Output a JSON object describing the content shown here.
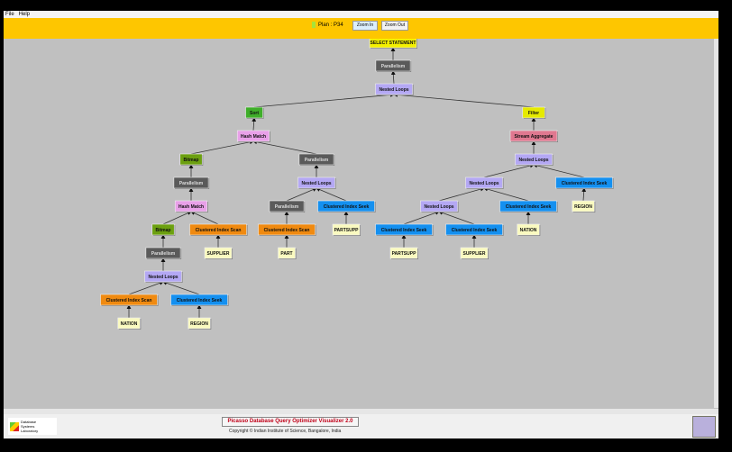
{
  "menu": [
    "File",
    "Help"
  ],
  "toolbar": {
    "plan_label": "Plan : P34",
    "zoom_in": "Zoom In",
    "zoom_out": "Zoom Out"
  },
  "footer": {
    "title": "Picasso Database Query Optimizer Visualizer 2.0",
    "copyright": "Copyright © Indian Institute of Science, Bangalore, India",
    "lab_logo": "Database Systems Laboratory"
  },
  "colors": {
    "select": "#f4f000",
    "parallelism": "#5a5a5a",
    "nested": "#b4a8f4",
    "sort": "#3fae2a",
    "filter": "#e6ea00",
    "hash": "#e8a0e8",
    "agg": "#e07890",
    "bitmap": "#6ca010",
    "seek": "#1490f0",
    "scan": "#f08a10",
    "table": "#fafac0"
  },
  "plan": {
    "nodes": [
      {
        "label": "SELECT STATEMENT",
        "type": "select",
        "parent": null
      },
      {
        "label": "Parallelism",
        "type": "parallelism",
        "parent": 0
      },
      {
        "label": "Nested Loops",
        "type": "nested",
        "parent": 1
      },
      {
        "label": "Sort",
        "type": "sort",
        "parent": 2
      },
      {
        "label": "Filter",
        "type": "filter",
        "parent": 2
      },
      {
        "label": "Hash Match",
        "type": "hash",
        "parent": 3
      },
      {
        "label": "Stream Aggregate",
        "type": "agg",
        "parent": 4
      },
      {
        "label": "Bitmap",
        "type": "bitmap",
        "parent": 5
      },
      {
        "label": "Parallelism",
        "type": "parallelism",
        "parent": 5
      },
      {
        "label": "Nested Loops",
        "type": "nested",
        "parent": 6
      },
      {
        "label": "Parallelism",
        "type": "parallelism",
        "parent": 7
      },
      {
        "label": "Nested Loops",
        "type": "nested",
        "parent": 8
      },
      {
        "label": "Nested Loops",
        "type": "nested",
        "parent": 9
      },
      {
        "label": "Clustered Index Seek",
        "type": "seek",
        "parent": 9
      },
      {
        "label": "Hash Match",
        "type": "hash",
        "parent": 10
      },
      {
        "label": "Parallelism",
        "type": "parallelism",
        "parent": 11
      },
      {
        "label": "Clustered Index Seek",
        "type": "seek",
        "parent": 11
      },
      {
        "label": "Nested Loops",
        "type": "nested",
        "parent": 12
      },
      {
        "label": "Clustered Index Seek",
        "type": "seek",
        "parent": 12
      },
      {
        "label": "REGION",
        "type": "table",
        "parent": 13
      },
      {
        "label": "Bitmap",
        "type": "bitmap",
        "parent": 14
      },
      {
        "label": "Clustered Index Scan",
        "type": "scan",
        "parent": 14
      },
      {
        "label": "Clustered Index Scan",
        "type": "scan",
        "parent": 15
      },
      {
        "label": "PARTSUPP",
        "type": "table",
        "parent": 16
      },
      {
        "label": "Clustered Index Seek",
        "type": "seek",
        "parent": 17
      },
      {
        "label": "Clustered Index Seek",
        "type": "seek",
        "parent": 17
      },
      {
        "label": "NATION",
        "type": "table",
        "parent": 18
      },
      {
        "label": "Parallelism",
        "type": "parallelism",
        "parent": 20
      },
      {
        "label": "SUPPLIER",
        "type": "table",
        "parent": 21
      },
      {
        "label": "PART",
        "type": "table",
        "parent": 22
      },
      {
        "label": "PARTSUPP",
        "type": "table",
        "parent": 24
      },
      {
        "label": "SUPPLIER",
        "type": "table",
        "parent": 25
      },
      {
        "label": "Nested Loops",
        "type": "nested",
        "parent": 27
      },
      {
        "label": "Clustered Index Scan",
        "type": "scan",
        "parent": 32
      },
      {
        "label": "Clustered Index Seek",
        "type": "seek",
        "parent": 32
      },
      {
        "label": "NATION",
        "type": "table",
        "parent": 33
      },
      {
        "label": "REGION",
        "type": "table",
        "parent": 34
      }
    ]
  }
}
